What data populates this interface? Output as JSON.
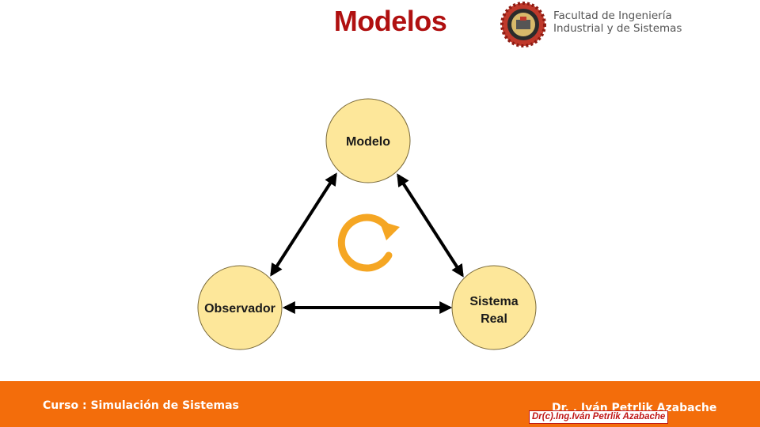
{
  "slide": {
    "title": "Modelos"
  },
  "logo": {
    "line1": "Facultad de Ingeniería",
    "line2": "Industrial y de Sistemas",
    "icon": "university-seal-icon"
  },
  "diagram": {
    "nodes": [
      {
        "id": "modelo",
        "lines": [
          "Modelo"
        ]
      },
      {
        "id": "observador",
        "lines": [
          "Observador"
        ]
      },
      {
        "id": "sistema-real",
        "lines": [
          "Sistema",
          "Real"
        ]
      }
    ],
    "edges": [
      {
        "from": "observador",
        "to": "modelo",
        "type": "bidirectional"
      },
      {
        "from": "modelo",
        "to": "sistema-real",
        "type": "bidirectional"
      },
      {
        "from": "observador",
        "to": "sistema-real",
        "type": "bidirectional"
      }
    ],
    "cycle_icon": "refresh-cycle-icon",
    "colors": {
      "node_fill": "#fde79a",
      "node_stroke": "#7a6a3a",
      "arrow": "#000000",
      "cycle": "#f5a623"
    }
  },
  "footer": {
    "course": "Curso : Simulación de  Sistemas",
    "author": "Dr. . Iván Petrlik Azabache",
    "stamp": "Dr(c).Ing.Iván Petrlik Azabache",
    "color": "#f36d0b"
  }
}
